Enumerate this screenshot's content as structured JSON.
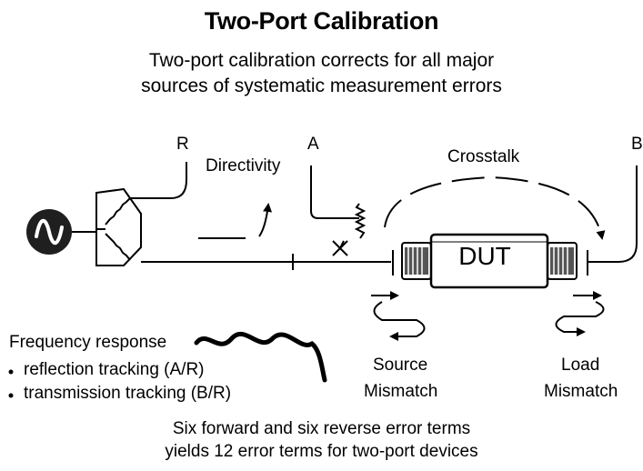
{
  "title": "Two-Port Calibration",
  "subtitle_line1": "Two-port calibration corrects for all major",
  "subtitle_line2": "sources of systematic measurement errors",
  "labels": {
    "r": "R",
    "a": "A",
    "b": "B",
    "directivity": "Directivity",
    "crosstalk": "Crosstalk",
    "dut": "DUT",
    "source_mismatch_1": "Source",
    "source_mismatch_2": "Mismatch",
    "load_mismatch_1": "Load",
    "load_mismatch_2": "Mismatch"
  },
  "frequency_response": {
    "heading": "Frequency response",
    "items": [
      "reflection tracking (A/R)",
      "transmission tracking (B/R)"
    ]
  },
  "footer_line1": "Six forward and six reverse error terms",
  "footer_line2": "yields 12 error terms for two-port devices"
}
